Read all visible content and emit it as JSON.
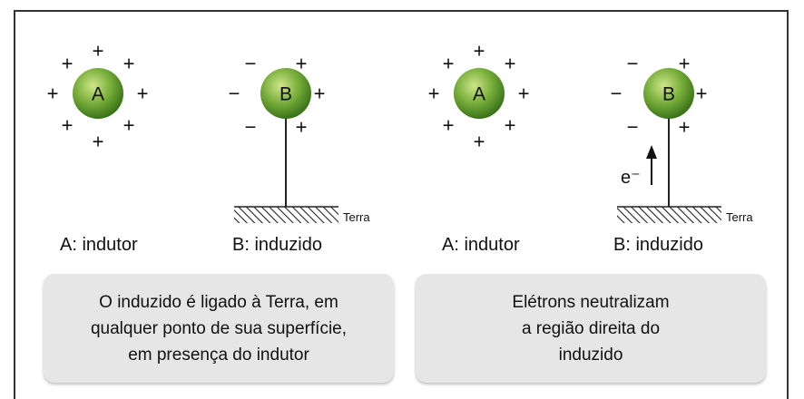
{
  "panels": [
    {
      "inductor": {
        "letter": "A",
        "caption": "A: indutor"
      },
      "induced": {
        "letter": "B",
        "caption": "B: induzido"
      },
      "ground_label": "Terra",
      "text_lines": [
        "O induzido é ligado à Terra, em",
        "qualquer ponto de sua superfície,",
        "em presença do indutor"
      ]
    },
    {
      "inductor": {
        "letter": "A",
        "caption": "A: indutor"
      },
      "induced": {
        "letter": "B",
        "caption": "B: induzido"
      },
      "ground_label": "Terra",
      "electron_label": "e⁻",
      "text_lines": [
        "Elétrons neutralizam",
        "a região direita do",
        "induzido"
      ]
    }
  ],
  "symbols": {
    "plus": "+",
    "minus": "−"
  },
  "colors": {
    "sphere_light": "#c8e27a",
    "sphere_dark": "#3f7d1c",
    "caption_box": "#e6e6e6"
  }
}
